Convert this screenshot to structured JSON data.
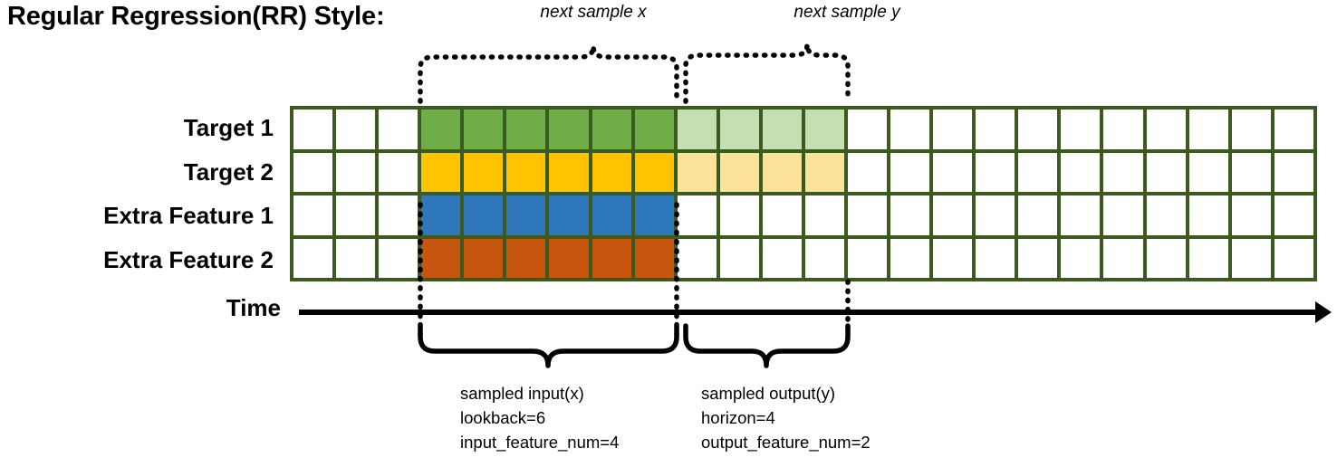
{
  "title": "Regular Regression(RR) Style:",
  "top_annotations": {
    "next_sample_x": "next sample x",
    "next_sample_y": "next sample y"
  },
  "axis": {
    "time_label": "Time"
  },
  "rows": [
    {
      "label": "Target 1",
      "color_key": "green"
    },
    {
      "label": "Target 2",
      "color_key": "yellow"
    },
    {
      "label": "Extra Feature 1",
      "color_key": "blue"
    },
    {
      "label": "Extra Feature 2",
      "color_key": "orange"
    }
  ],
  "grid": {
    "total_columns": 24,
    "leading_blank_columns": 3,
    "input_columns": 6,
    "output_columns": 4,
    "trailing_blank_columns": 11,
    "row_fill": [
      {
        "solid_from": 3,
        "solid_count": 6,
        "light_from": 9,
        "light_count": 4
      },
      {
        "solid_from": 3,
        "solid_count": 6,
        "light_from": 9,
        "light_count": 4
      },
      {
        "solid_from": 3,
        "solid_count": 6,
        "light_from": 9,
        "light_count": 0
      },
      {
        "solid_from": 3,
        "solid_count": 6,
        "light_from": 9,
        "light_count": 0
      }
    ]
  },
  "colors": {
    "border": "#3A5A1E",
    "green": "#6FAE46",
    "green_light": "#C6DFB1",
    "yellow": "#FFC300",
    "yellow_light": "#FDE399",
    "blue": "#2E77BC",
    "blue_light": "#FFFFFF",
    "orange": "#C5550F",
    "orange_light": "#FFFFFF",
    "blank": "#FFFFFF",
    "ink": "#000000"
  },
  "bottom_annotations": {
    "input": {
      "title": "sampled input(x)",
      "line2": "lookback=6",
      "line3": "input_feature_num=4"
    },
    "output": {
      "title": "sampled output(y)",
      "line2": "horizon=4",
      "line3": "output_feature_num=2"
    }
  }
}
